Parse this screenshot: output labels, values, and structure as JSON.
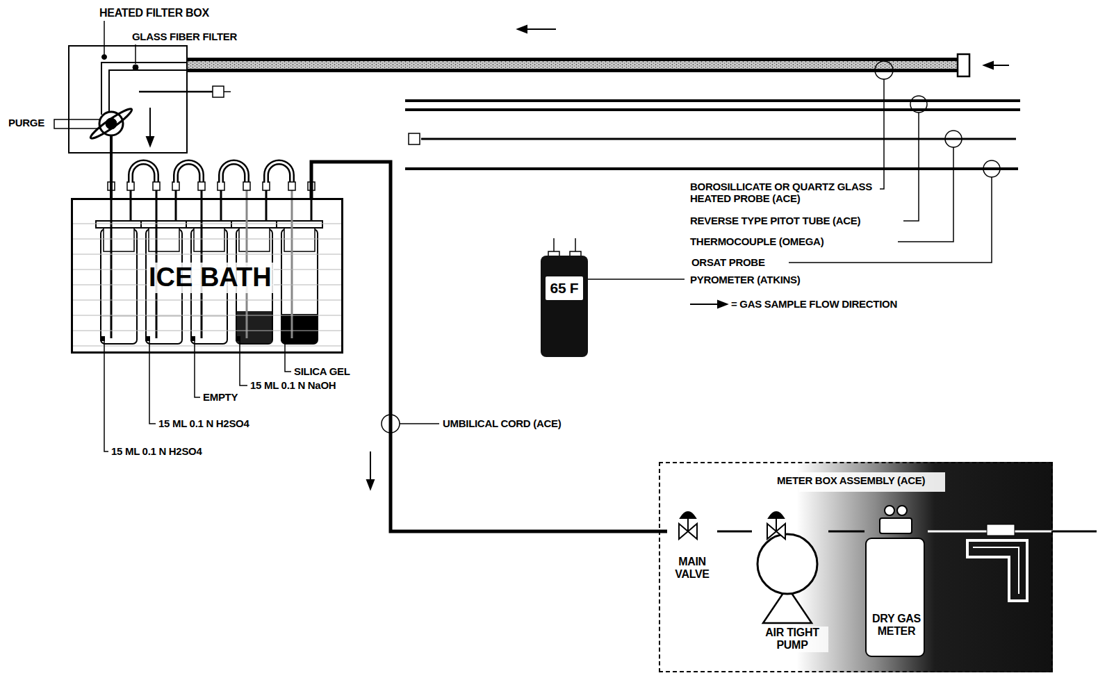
{
  "diagram": {
    "nodes": [
      {
        "text": [
          "HEATED FILTER BOX"
        ]
      },
      {
        "text": [
          "ICE BATH"
        ]
      },
      {
        "text": [
          "65 F"
        ]
      },
      {
        "text": [
          "METER BOX ASSEMBLY (ACE)"
        ]
      },
      {
        "text": [
          "MAIN VALVE"
        ],
        "in": 3
      },
      {
        "text": [
          "AIR TIGHT PUMP"
        ],
        "in": 3
      },
      {
        "text": [
          "DRY GAS METER"
        ],
        "in": 3
      }
    ],
    "edges": [
      {
        "from": 0,
        "to": 1,
        "arrow": "none"
      },
      {
        "from": 1,
        "to": 4,
        "arrow": "none"
      },
      {
        "from": 4,
        "to": 5,
        "arrow": "none"
      },
      {
        "from": 5,
        "to": 6,
        "arrow": "none"
      }
    ],
    "labels": [
      "GLASS FIBER FILTER",
      "PURGE",
      "SILICA GEL",
      "15 ML 0.1 N NaOH",
      "EMPTY",
      "15 ML 0.1 N H2SO4",
      "15 ML 0.1 N H2SO4",
      "UMBILICAL CORD (ACE)",
      "BOROSILLICATE OR QUARTZ GLASS HEATED PROBE (ACE)",
      "REVERSE TYPE PITOT TUBE (ACE)",
      "THERMOCOUPLE (OMEGA)",
      "ORSAT PROBE",
      "PYROMETER (ATKINS)"
    ],
    "legend": [
      {
        "text": "= GAS SAMPLE FLOW DIRECTION"
      }
    ]
  }
}
